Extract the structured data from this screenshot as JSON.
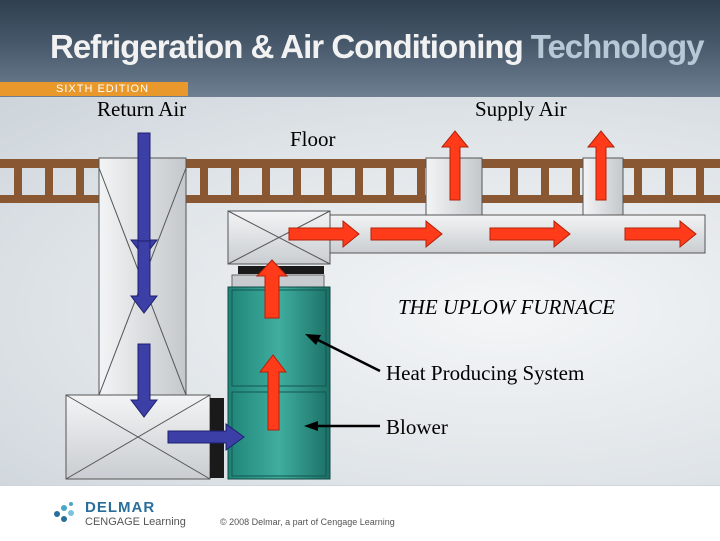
{
  "header": {
    "title_part1": "Refrigeration & Air Conditioning",
    "title_part2": "Technology",
    "edition": "SIXTH EDITION"
  },
  "labels": {
    "return_air": "Return Air",
    "supply_air": "Supply Air",
    "floor": "Floor",
    "furnace_title": "THE UPLOW FURNACE",
    "heat_system": "Heat Producing System",
    "blower": "Blower"
  },
  "footer": {
    "logo_name": "DELMAR",
    "logo_sub": "CENGAGE Learning",
    "copyright": "© 2008 Delmar, a part of Cengage Learning"
  },
  "colors": {
    "return_arrow": "#3b3fa6",
    "supply_arrow": "#ff3b1a",
    "floor_wood": "#8a5733",
    "furnace": "#2f9a8e",
    "duct": "#d9dcdf"
  }
}
